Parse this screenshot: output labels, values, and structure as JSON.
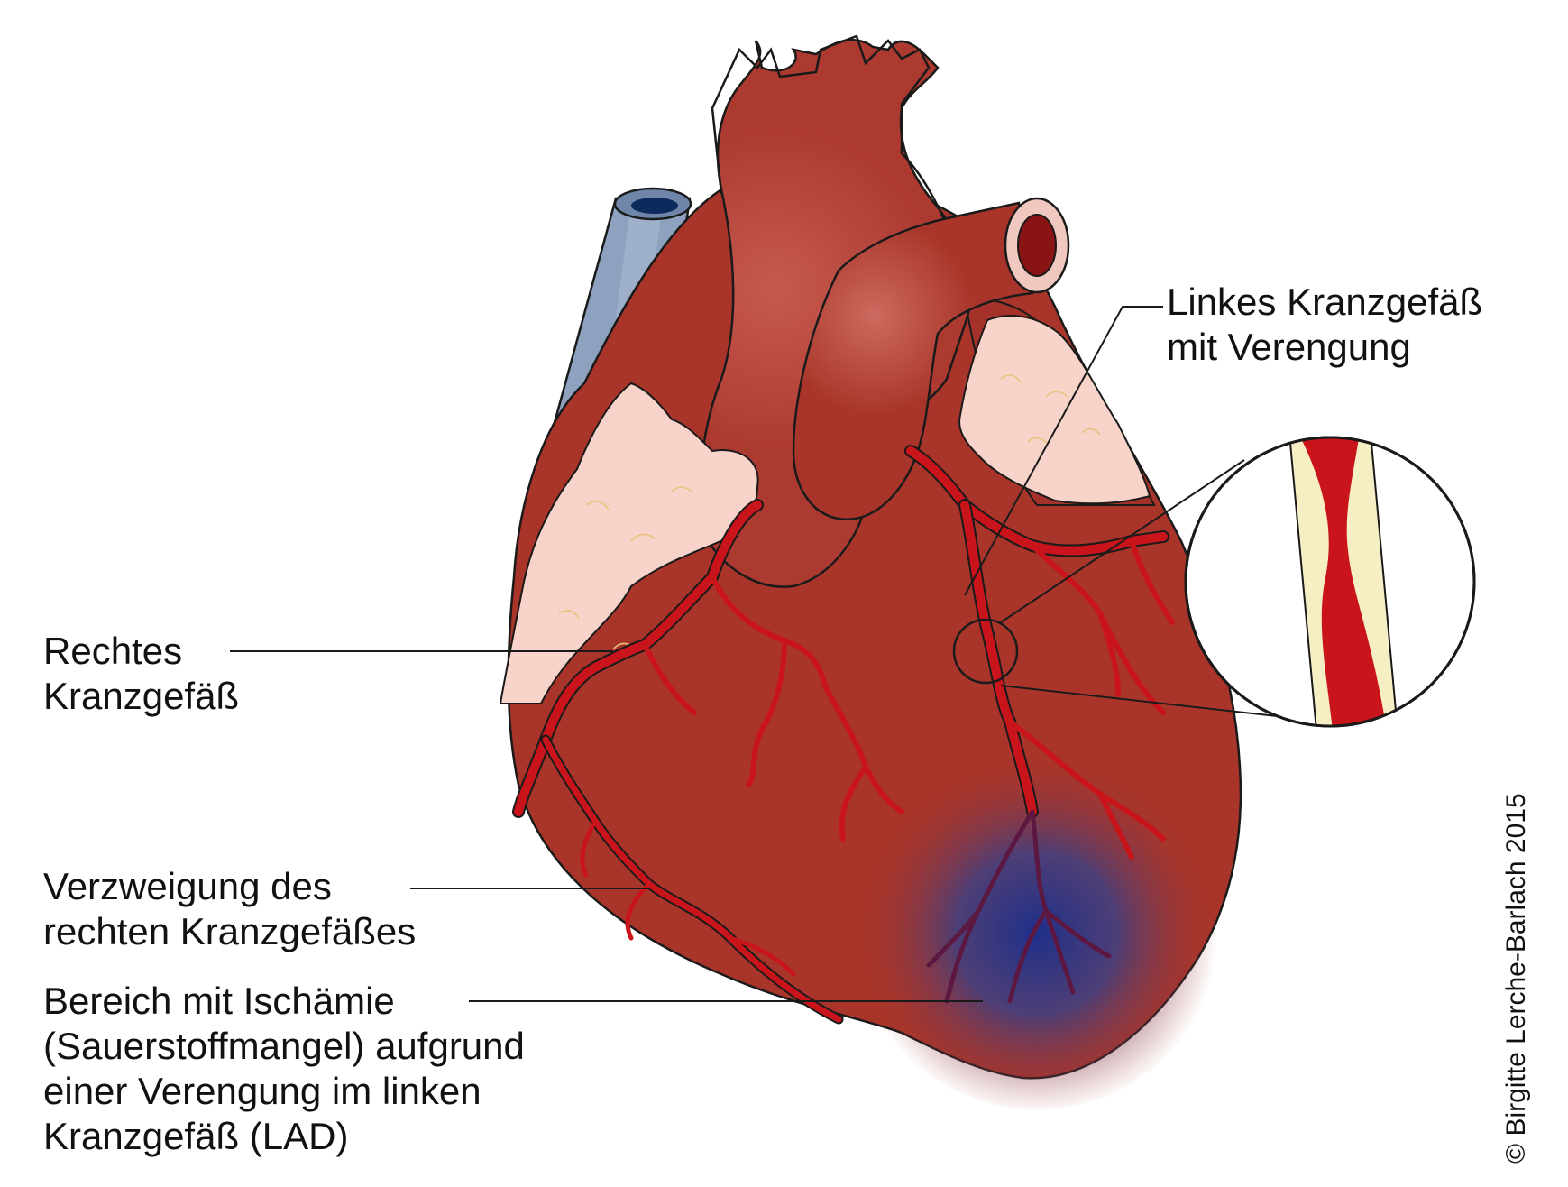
{
  "labels": {
    "left_coronary": "Linkes Kranzgefäß\nmit Verengung",
    "right_coronary": "Rechtes\nKranzgefäß",
    "right_branch": "Verzweigung des\nrechten Kranzgefäßes",
    "ischemia": "Bereich mit Ischämie\n(Sauerstoffmangel) aufgrund\neiner Verengung im linken\nKranzgefäß (LAD)"
  },
  "copyright": "© Birgitte Lerche-Barlach 2015",
  "colors": {
    "myocardium": "#a9352a",
    "aorta": "#b8443a",
    "vessel": "#c8141a",
    "vein": "#8ea2bf",
    "fat": "#f7d3c9",
    "ischemia": "#1f2f8a",
    "plaque": "#f6efc4"
  }
}
